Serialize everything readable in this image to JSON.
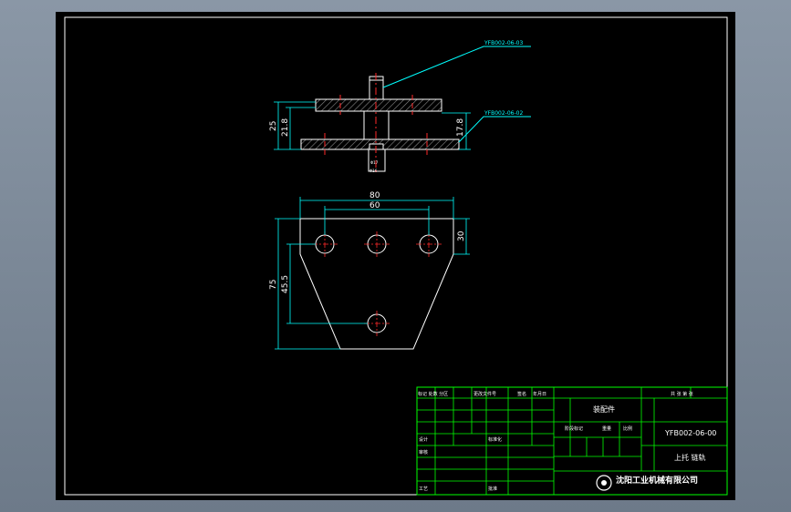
{
  "colors": {
    "sheet": "#000000",
    "frame": "#ffffff",
    "outline": "#ffffff",
    "centerline": "#ff2a2a",
    "dimension": "#00ffff",
    "title_block": "#00ff00",
    "hatch": "#8a8a8a"
  },
  "callouts": {
    "part_03": "YFB002-06-03",
    "part_02": "YFB002-06-02"
  },
  "section_dims": {
    "height_total": "25",
    "height_inner": "21.8",
    "height_right": "17.8",
    "bore_small": "Φ17",
    "bore_large": "Φ16"
  },
  "plan_dims": {
    "width_total": "80",
    "hole_span": "60",
    "height_total": "75",
    "hole_drop": "45.5",
    "edge_offset": "30"
  },
  "title_block": {
    "r1_c1": "标记 处数 分区",
    "r1_c2": "更改文件号",
    "r1_c3": "签名",
    "r1_c4": "年月日",
    "r2_c1": "设计",
    "r2_c2": "标准化",
    "r3_c1": "审核",
    "r4_c1": "工艺",
    "r4_c2": "批准",
    "stage_label": "阶段标记",
    "weight_label": "重量",
    "scale_label": "比例",
    "sheet_label": "共 张 第 张",
    "material": "装配件",
    "drawing_no": "YFB002-06-00",
    "part_name": "上托 链轨",
    "company": "沈阳工业机械有限公司"
  }
}
